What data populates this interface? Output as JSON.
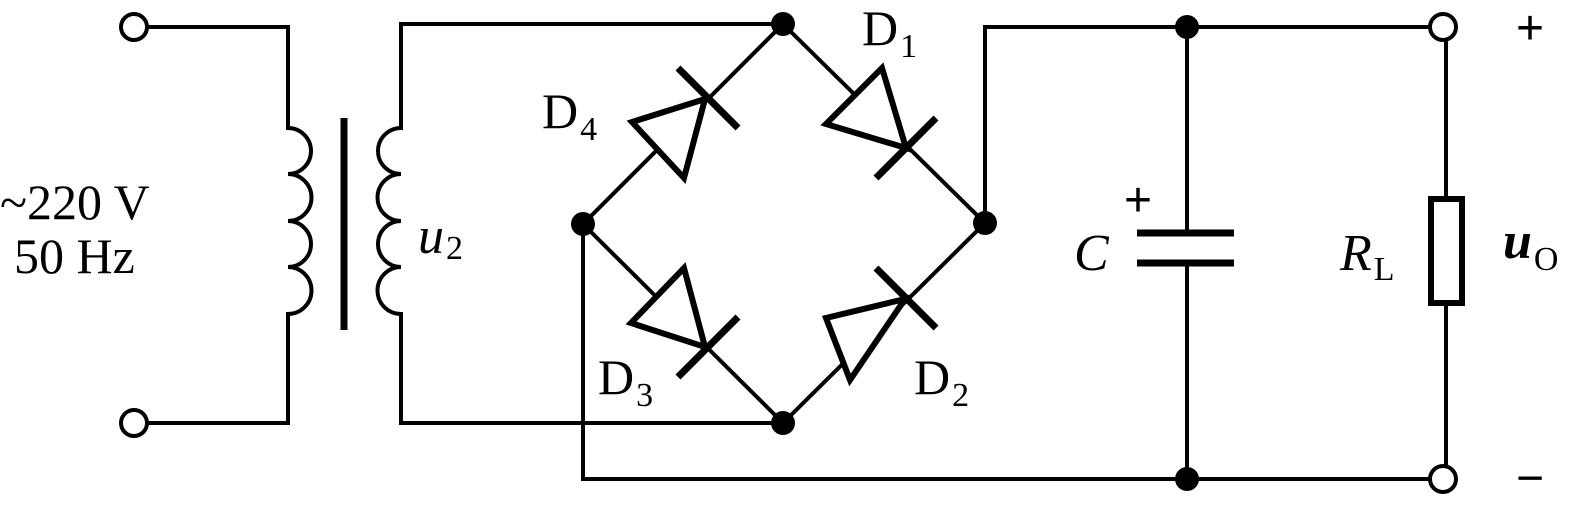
{
  "source": {
    "voltage": "~220 V",
    "frequency": "50 Hz"
  },
  "transformer": {
    "secondary_symbol": "u",
    "secondary_sub": "2"
  },
  "diodes": [
    {
      "prefix": "D",
      "sub": "1"
    },
    {
      "prefix": "D",
      "sub": "2"
    },
    {
      "prefix": "D",
      "sub": "3"
    },
    {
      "prefix": "D",
      "sub": "4"
    }
  ],
  "capacitor": {
    "symbol": "C",
    "polarity": "+"
  },
  "load": {
    "symbol": "R",
    "sub": "L"
  },
  "output": {
    "symbol": "u",
    "sub": "O",
    "plus": "+",
    "minus": "−"
  },
  "colors": {
    "line": "#000000",
    "background": "#ffffff"
  }
}
